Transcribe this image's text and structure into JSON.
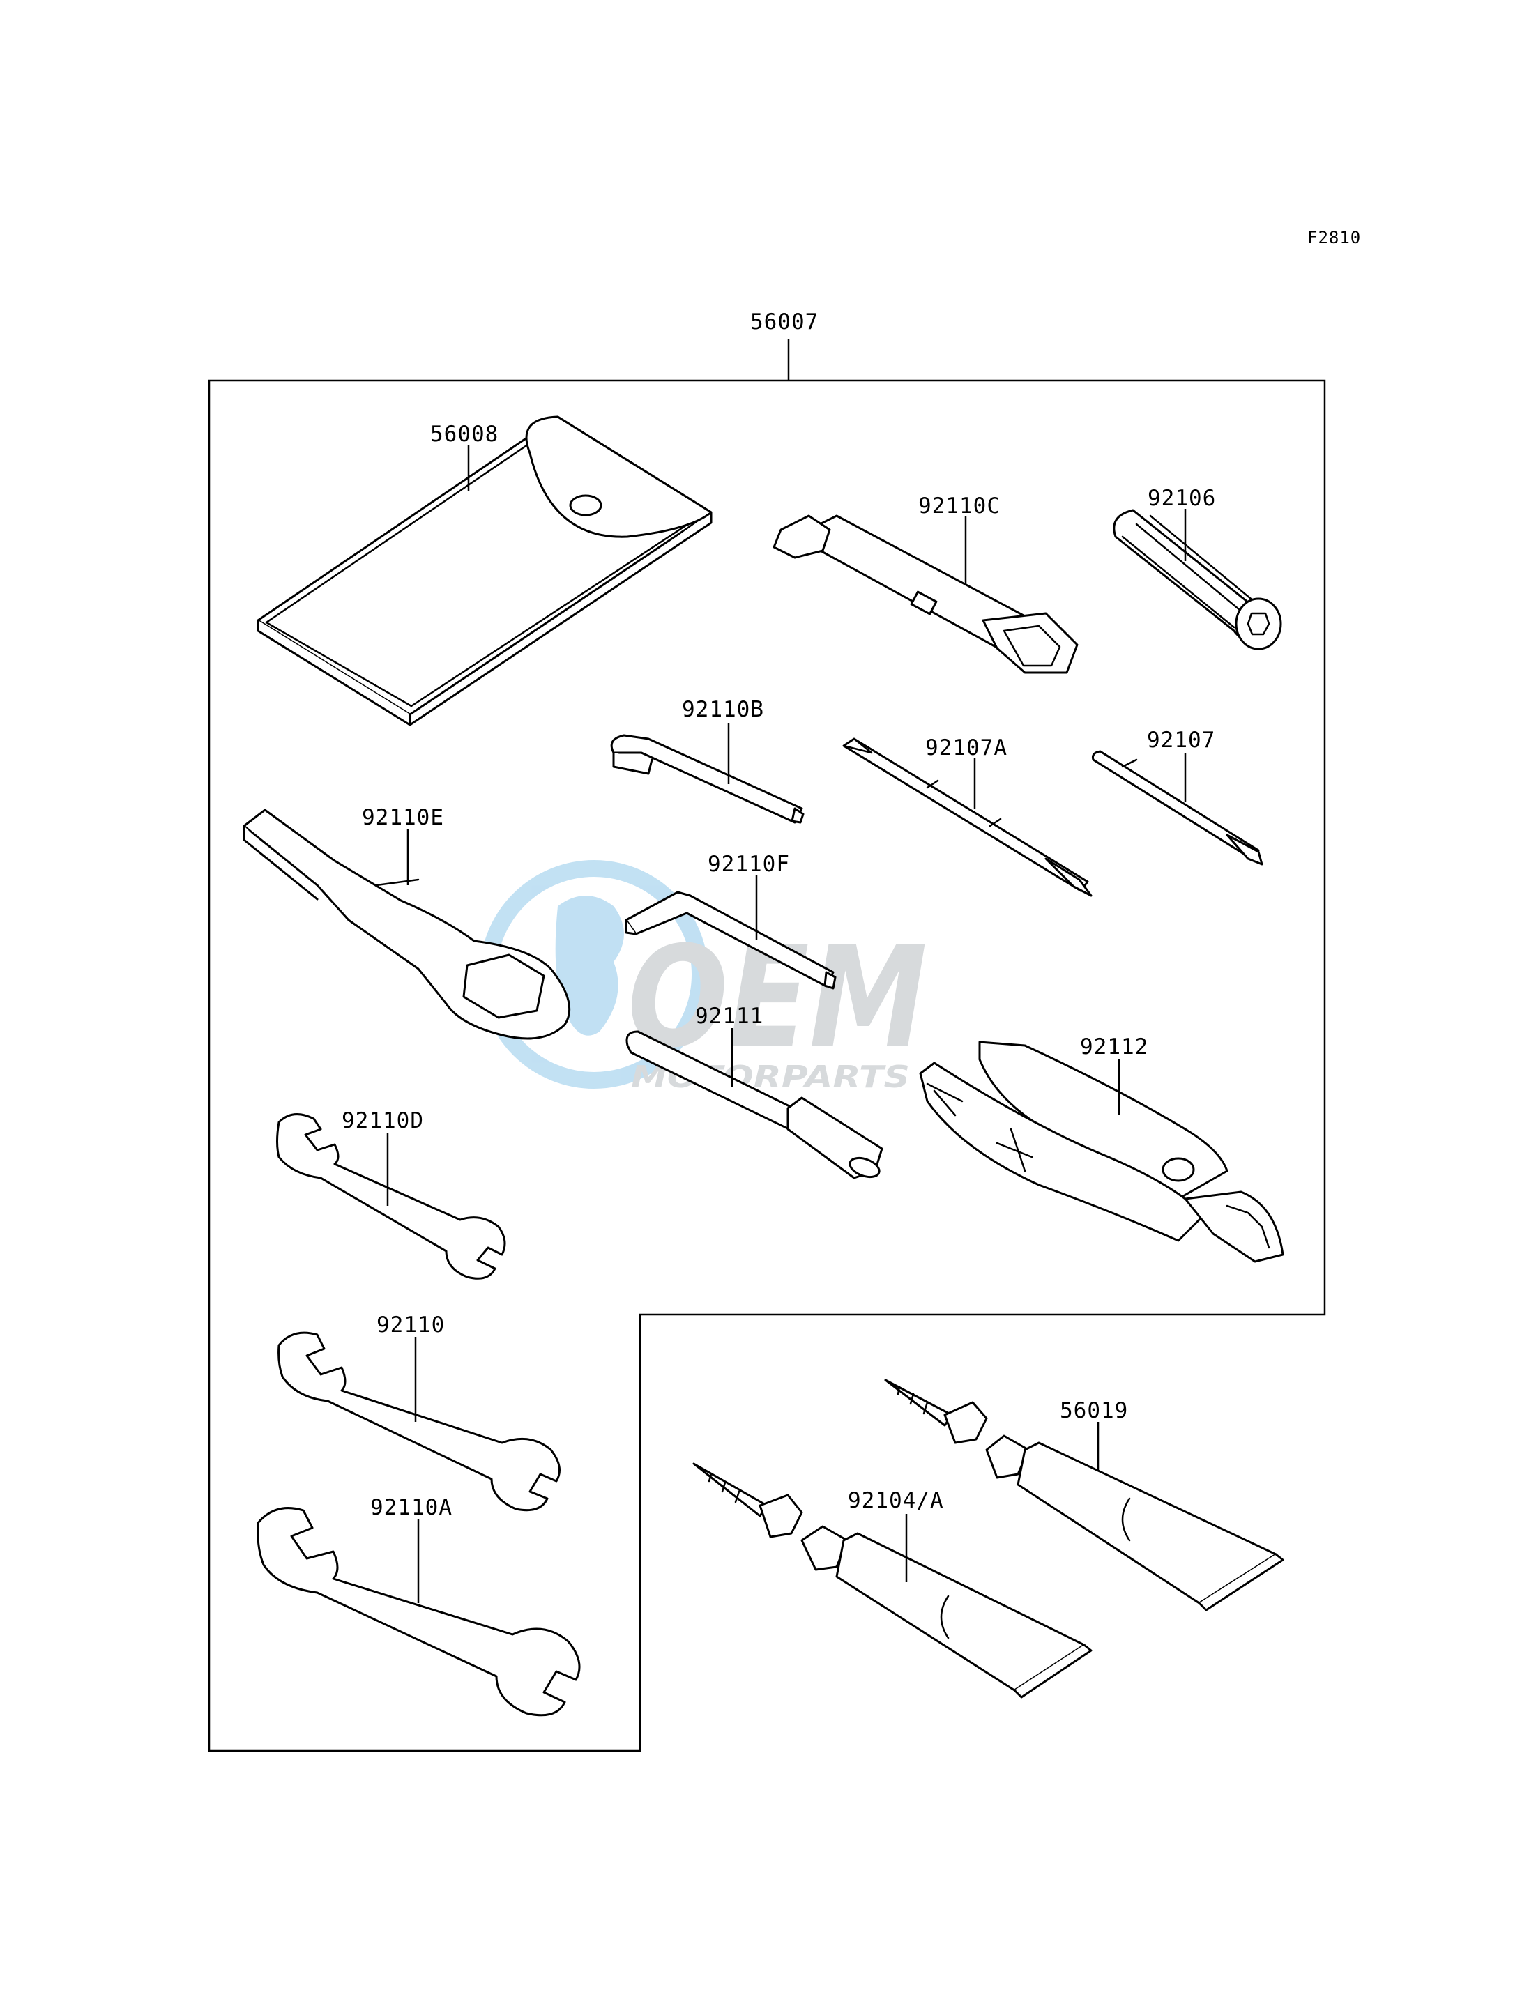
{
  "figure_code": "F2810",
  "colors": {
    "line": "#000000",
    "watermark_blue": "#8fc8ea",
    "watermark_gray": "#b8bcc0"
  },
  "watermark": {
    "logo_text": "OEM",
    "sub_text": "MOTORPARTS"
  },
  "parts": [
    {
      "ref": "56007"
    },
    {
      "ref": "56008"
    },
    {
      "ref": "92110C"
    },
    {
      "ref": "92106"
    },
    {
      "ref": "92110B"
    },
    {
      "ref": "92107A"
    },
    {
      "ref": "92107"
    },
    {
      "ref": "92110E"
    },
    {
      "ref": "92110F"
    },
    {
      "ref": "92111"
    },
    {
      "ref": "92112"
    },
    {
      "ref": "92110D"
    },
    {
      "ref": "92110"
    },
    {
      "ref": "92110A"
    },
    {
      "ref": "56019"
    },
    {
      "ref": "92104/A"
    }
  ]
}
